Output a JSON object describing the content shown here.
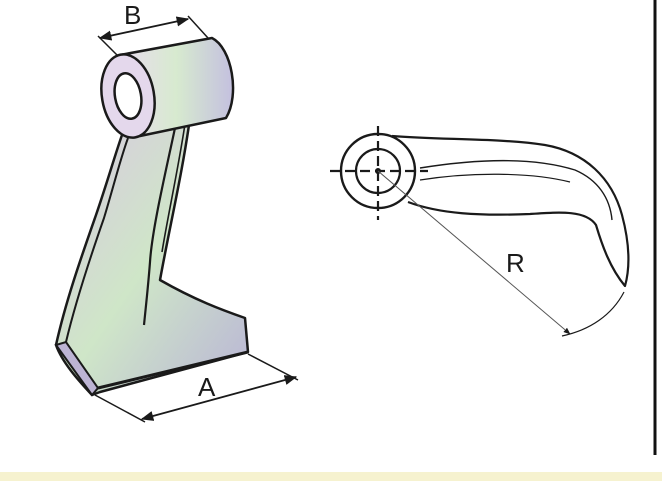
{
  "labels": {
    "width_bottom": "A",
    "width_top": "B",
    "radius": "R"
  },
  "colors": {
    "outline": "#1a1a1a",
    "gradient_start": "#d9c7e3",
    "gradient_mid": "#cfe6c8",
    "gradient_end": "#b9b4d6",
    "border_right": "#111111",
    "bottom_strip": "#f2efc6"
  }
}
